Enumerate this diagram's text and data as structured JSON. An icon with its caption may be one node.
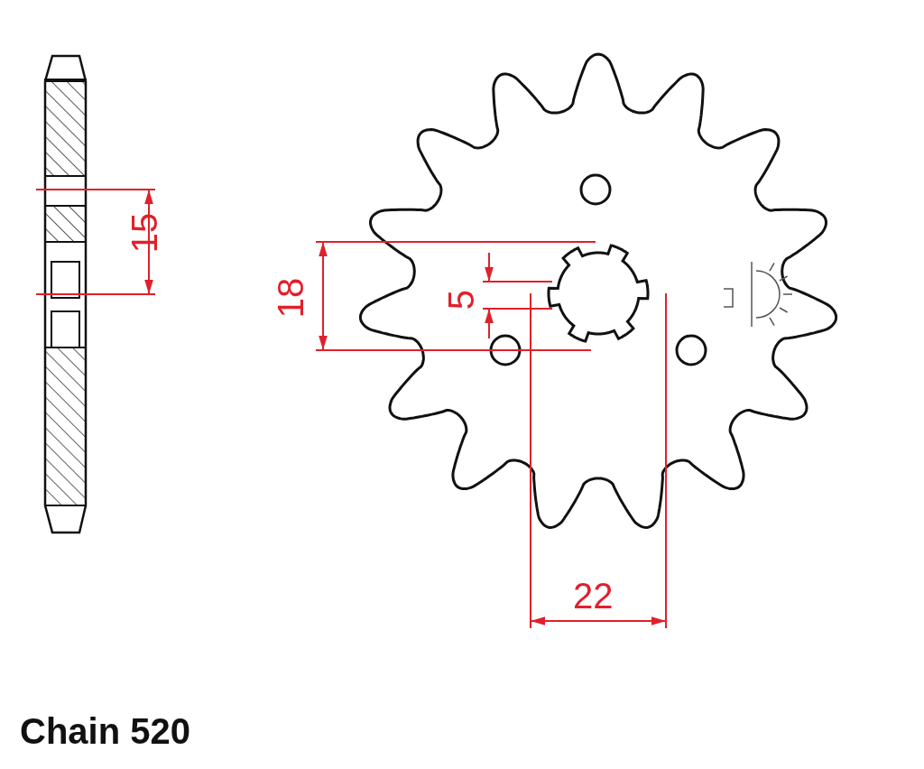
{
  "diagram": {
    "labels": [
      "15",
      "18",
      "5",
      "22",
      "Chain 520"
    ]
  }
}
